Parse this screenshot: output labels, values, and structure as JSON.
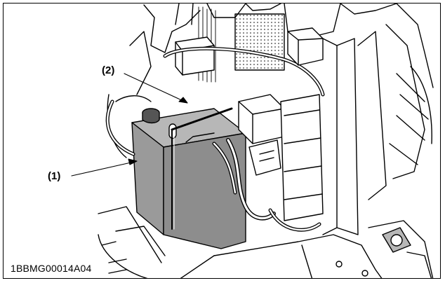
{
  "figure": {
    "code": "1BBMG00014A04"
  },
  "callouts": [
    {
      "label": "(1)",
      "target": "battery"
    },
    {
      "label": "(2)",
      "target": "battery-cap"
    }
  ],
  "colors": {
    "line": "#000000",
    "background": "#ffffff",
    "battery_fill": "#8d8d8d",
    "shade": "#b7b7b7"
  }
}
